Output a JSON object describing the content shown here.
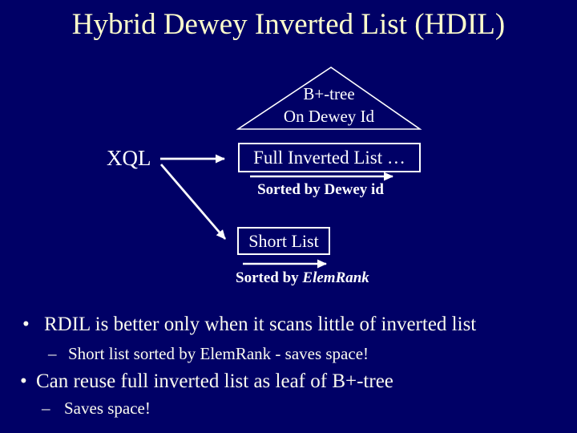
{
  "title": "Hybrid Dewey Inverted List (HDIL)",
  "colors": {
    "background": "#000066",
    "title_text": "#ffffcc",
    "body_text": "#fbfbef",
    "diagram_text": "#ffffff",
    "line": "#ffffff"
  },
  "diagram": {
    "btree_line1": "B+-tree",
    "btree_line2": "On Dewey Id",
    "query_label": "XQL",
    "full_list_box": "Full Inverted List …",
    "full_list_caption": "Sorted by Dewey id",
    "short_list_box": "Short List",
    "short_caption_plain": "Sorted by ",
    "short_caption_italic": "ElemRank"
  },
  "bullets": {
    "item1": {
      "marker": "•",
      "text": "RDIL is better only when it scans little of inverted list"
    },
    "item1_sub": {
      "marker": "–",
      "text": "Short list sorted by ElemRank - saves space!"
    },
    "item2": {
      "marker": "•",
      "text": "Can reuse full inverted list as leaf of B+-tree"
    },
    "item2_sub": {
      "marker": "–",
      "text": "Saves space!"
    }
  }
}
